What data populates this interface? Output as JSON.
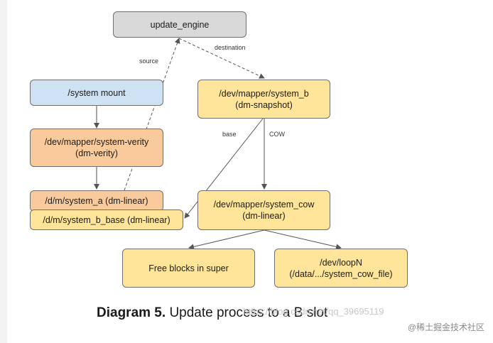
{
  "nodes": {
    "update_engine": {
      "lines": [
        "update_engine"
      ]
    },
    "system_mount": {
      "lines": [
        "/system mount"
      ]
    },
    "system_verity": {
      "lines": [
        "/dev/mapper/system-verity",
        "(dm-verity)"
      ]
    },
    "system_a": {
      "lines": [
        "/d/m/system_a (dm-linear)"
      ]
    },
    "system_b_base": {
      "lines": [
        "/d/m/system_b_base (dm-linear)"
      ]
    },
    "system_b": {
      "lines": [
        "/dev/mapper/system_b",
        "(dm-snapshot)"
      ]
    },
    "system_cow": {
      "lines": [
        "/dev/mapper/system_cow",
        "(dm-linear)"
      ]
    },
    "free_blocks": {
      "lines": [
        "Free blocks in super"
      ]
    },
    "loopn": {
      "lines": [
        "/dev/loopN",
        "(/data/.../system_cow_file)"
      ]
    }
  },
  "edge_labels": {
    "source": "source",
    "destination": "destination",
    "base": "base",
    "cow": "COW"
  },
  "caption": {
    "bold": "Diagram 5.",
    "text": "Update process to a B slot"
  },
  "overlay_text": "https://blog.csdn.net/qq_39695119",
  "watermark": "@稀土掘金技术社区",
  "colors": {
    "gray": "#d9d9d9",
    "blue": "#cfe2f3",
    "orange": "#f9cb9c",
    "yellow": "#ffe599",
    "stroke": "#6f6f6f"
  }
}
